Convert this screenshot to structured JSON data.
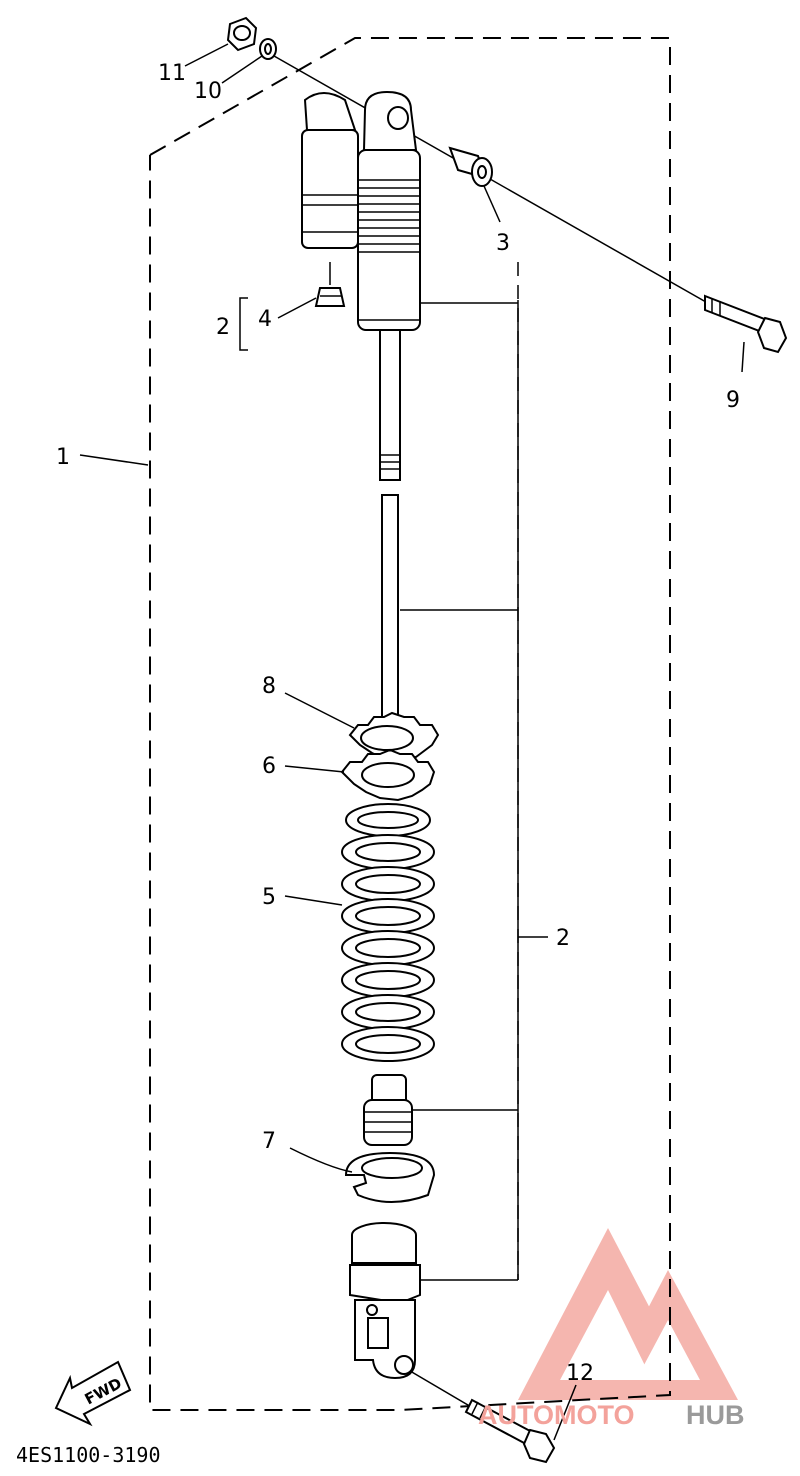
{
  "diagram": {
    "part_labels": {
      "p1": "1",
      "p2_top": "2",
      "p2_side": "2",
      "p3": "3",
      "p4": "4",
      "p5": "5",
      "p6": "6",
      "p7": "7",
      "p8": "8",
      "p9": "9",
      "p10": "10",
      "p11": "11",
      "p12": "12"
    },
    "fwd_label": "FWD",
    "drawing_code": "4ES1100-3190"
  },
  "watermark": {
    "text_a": "AUTOMOTO",
    "text_b": "HUB",
    "color_a": "#f3a29b",
    "color_b": "#9a9a9a"
  }
}
